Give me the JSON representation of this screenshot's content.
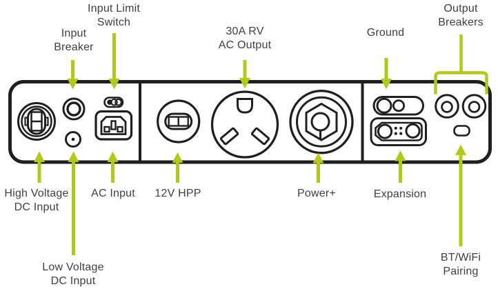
{
  "diagram": {
    "description": "Power station rear panel port diagram",
    "colors": {
      "background": "#ffffff",
      "accent_green": "#b2c81d",
      "outline_black": "#1f1f1f",
      "text_gray": "#3e3e3e"
    },
    "labels": {
      "input_limit_switch": "Input Limit\nSwitch",
      "input_breaker": "Input\nBreaker",
      "rv_ac_output": "30A RV\nAC Output",
      "ground": "Ground",
      "output_breakers": "Output\nBreakers",
      "high_voltage_dc_input": "High Voltage\nDC Input",
      "ac_input": "AC Input",
      "twelve_v_hpp": "12V HPP",
      "power_plus": "Power+",
      "expansion": "Expansion",
      "low_voltage_dc_input": "Low Voltage\nDC Input",
      "bt_wifi_pairing": "BT/WiFi\nPairing"
    },
    "ports": [
      "high-voltage-dc-input-port",
      "input-breaker-port",
      "low-voltage-dc-input-port",
      "input-limit-switch",
      "ac-input-port",
      "12v-hpp-port",
      "30a-rv-ac-output-port",
      "power-plus-port",
      "ground-port",
      "expansion-port",
      "output-breaker-left",
      "output-breaker-right",
      "bt-wifi-pairing-button"
    ]
  }
}
